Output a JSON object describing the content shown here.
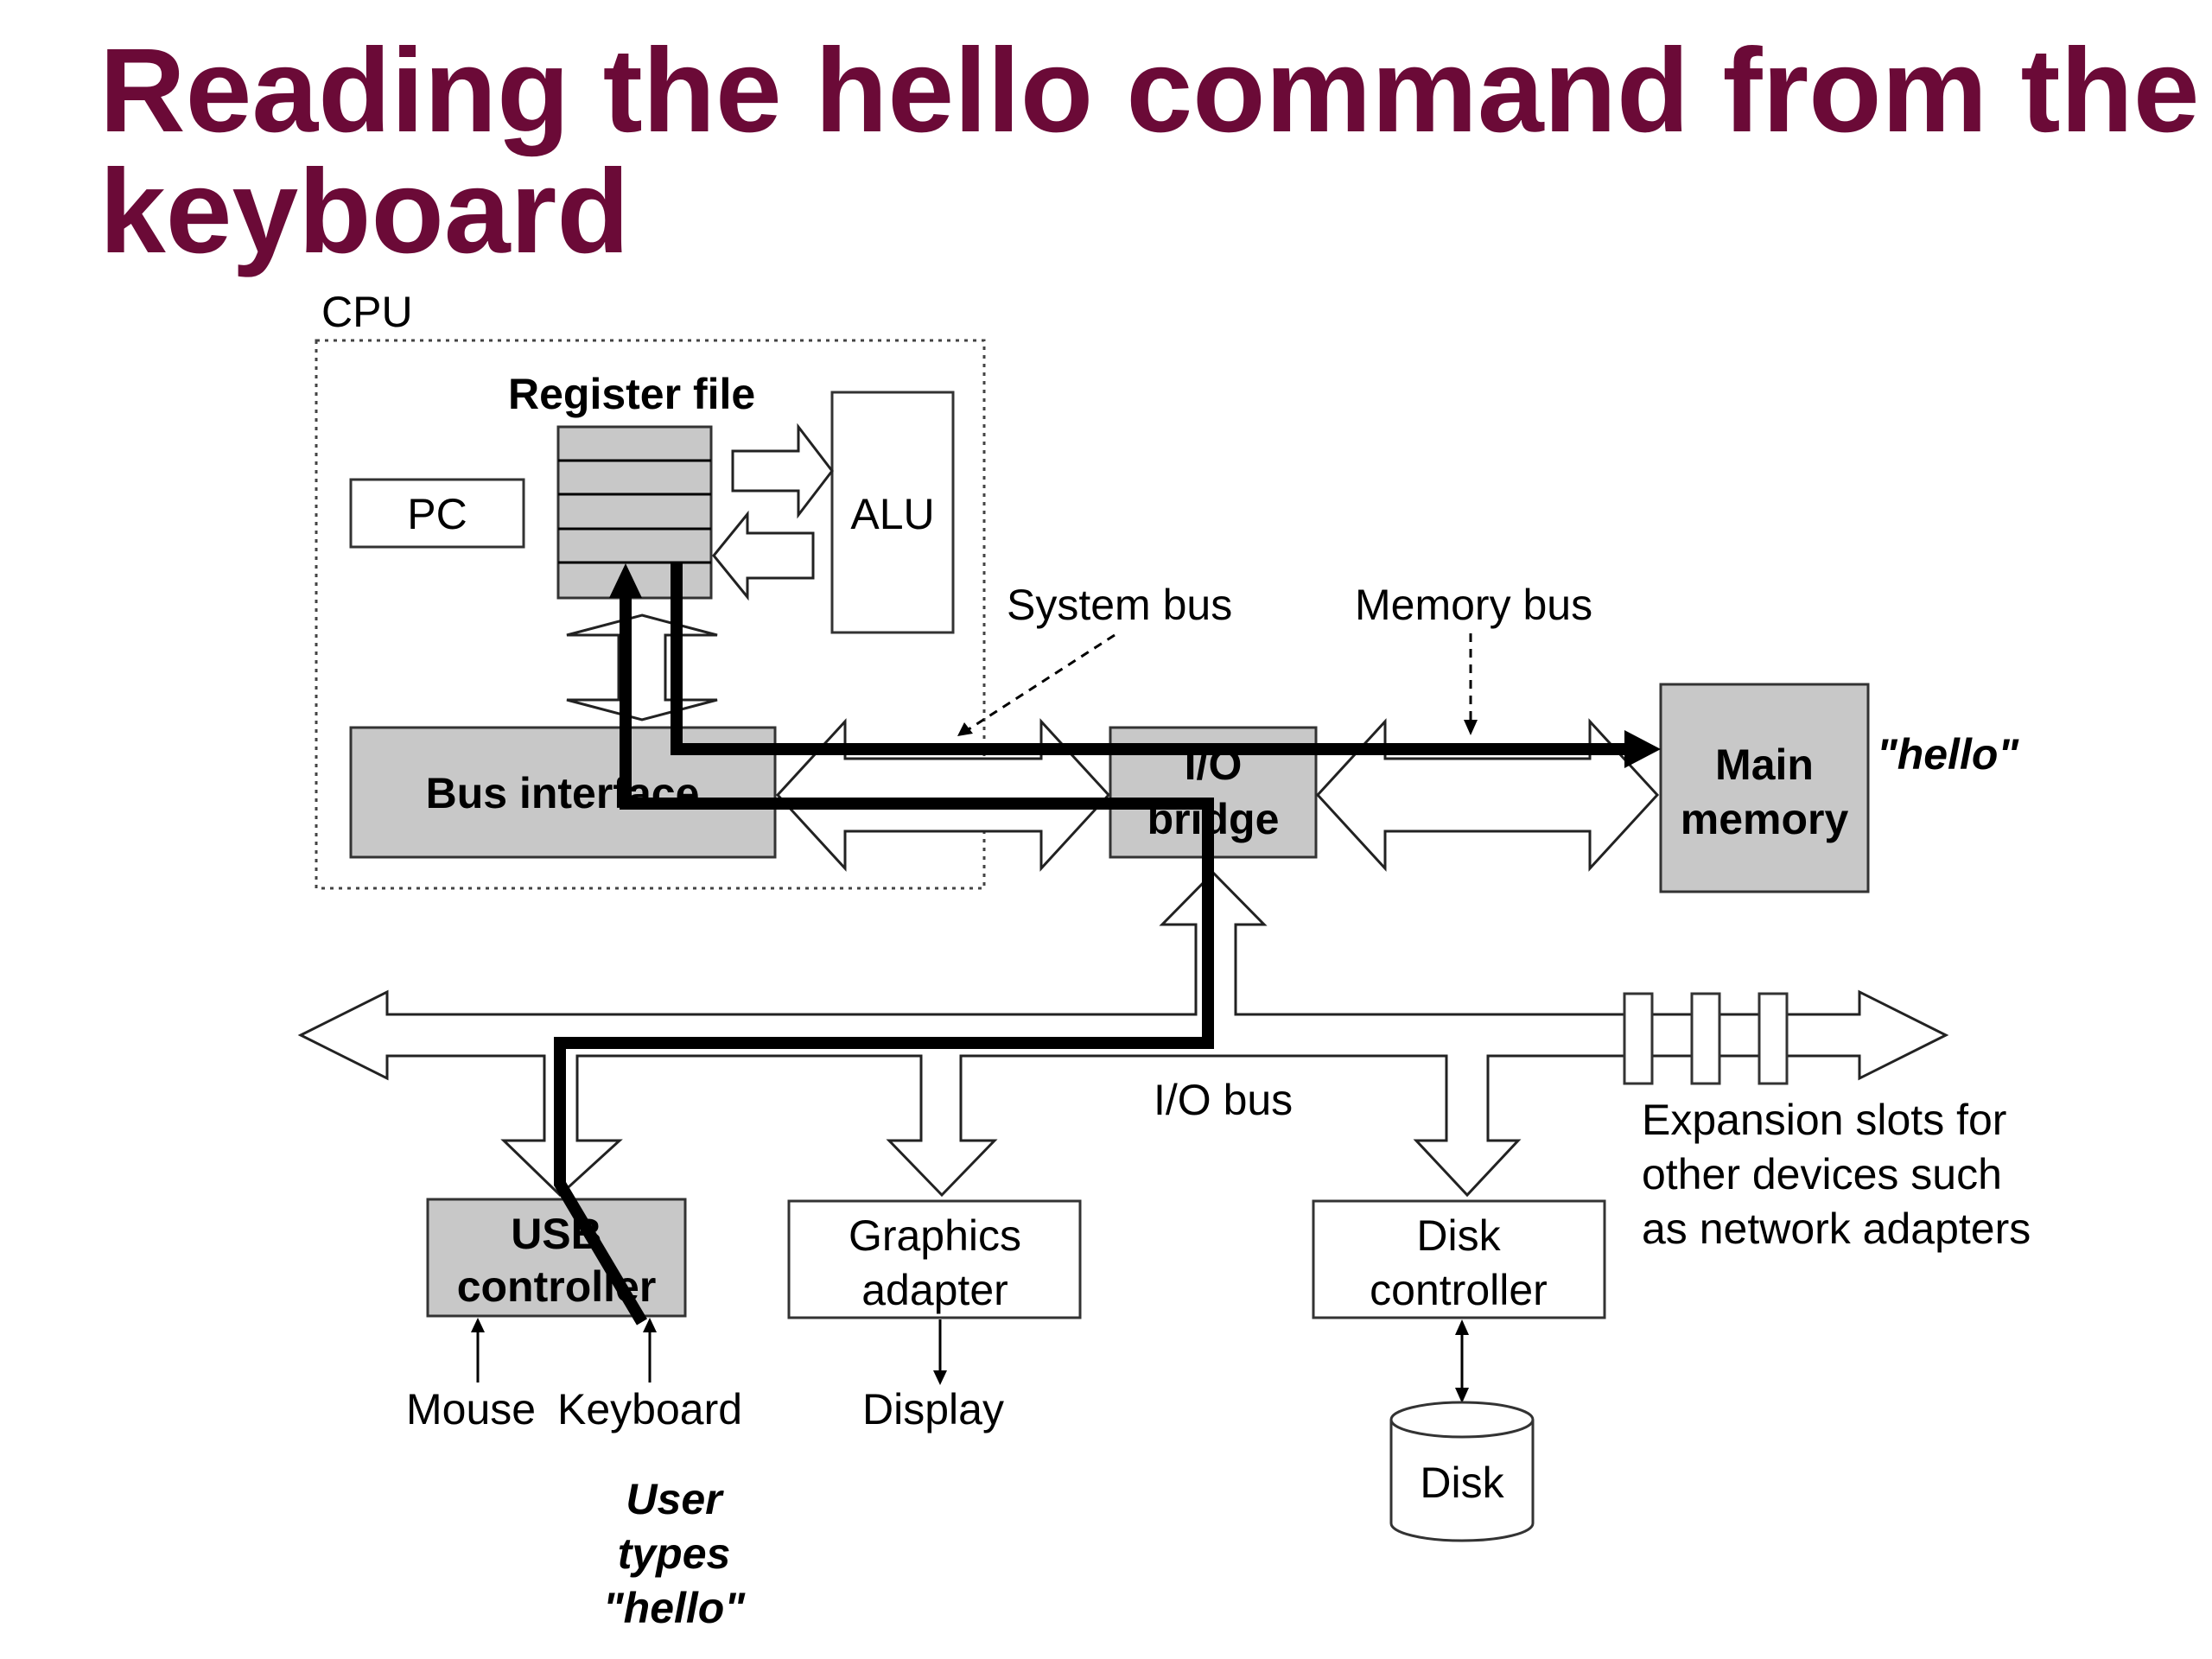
{
  "title": {
    "line1": "Reading the hello command from the",
    "line2": "keyboard"
  },
  "diagram": {
    "cpu_label": "CPU",
    "register_file": "Register file",
    "pc": "PC",
    "alu": "ALU",
    "system_bus": "System bus",
    "memory_bus": "Memory bus",
    "bus_interface": "Bus interface",
    "io_bridge_line1": "I/O",
    "io_bridge_line2": "bridge",
    "main_memory_line1": "Main",
    "main_memory_line2": "memory",
    "hello_in_memory": "\"hello\"",
    "io_bus": "I/O bus",
    "expansion_line1": "Expansion slots for",
    "expansion_line2": "other devices such",
    "expansion_line3": "as network adapters",
    "usb_line1": "USB",
    "usb_line2": "controller",
    "graphics_line1": "Graphics",
    "graphics_line2": "adapter",
    "disk_ctrl_line1": "Disk",
    "disk_ctrl_line2": "controller",
    "mouse": "Mouse",
    "keyboard": "Keyboard",
    "display": "Display",
    "disk": "Disk",
    "user_line1": "User",
    "user_line2": "types",
    "user_line3": "\"hello\""
  },
  "colors": {
    "title": "#6b0a37",
    "component_fill": "#c8c8c8"
  }
}
